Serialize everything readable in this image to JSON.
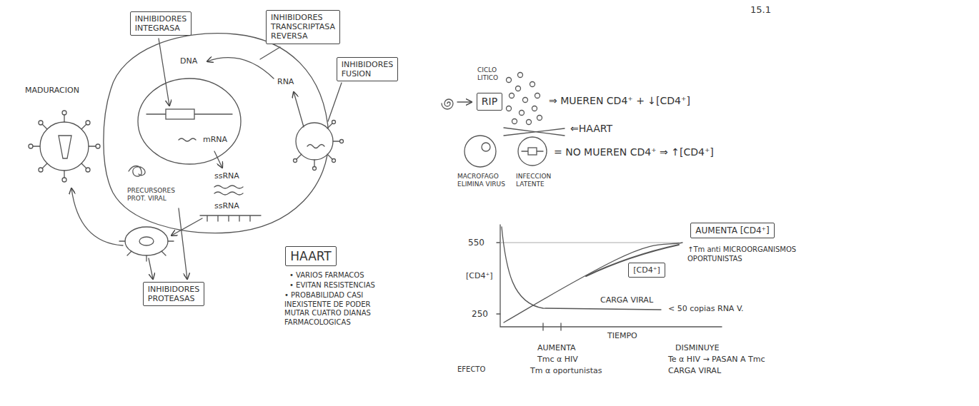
{
  "diagram": {
    "nodes": [
      {
        "text": [
          "INHIBIDORES INTEGRASA"
        ]
      },
      {
        "text": [
          "INHIBIDORES TRANSCRIPTASA REVERSA"
        ]
      },
      {
        "text": [
          "INHIBIDORES FUSION"
        ]
      },
      {
        "text": [
          "INHIBIDORES PROTEASAS"
        ]
      },
      {
        "text": [
          "HAART"
        ]
      },
      {
        "text": [
          "RIP"
        ]
      },
      {
        "text": [
          "AUMENTA [CD4⁺]"
        ]
      },
      {
        "text": [
          "[CD4⁺]"
        ]
      }
    ],
    "labels": [
      "15.1",
      "DNA",
      "RNA",
      "mRNA",
      "MADURACION",
      "ssRNA",
      "PRECURSORES PROT. VIRAL",
      "ssRNA",
      "• VARIOS FARMACOS",
      "• EVITAN RESISTENCIAS",
      "• PROBABILIDAD CASI INEXISTENTE DE PODER MUTAR CUATRO DIANAS FARMACOLOGICAS",
      "CICLO LITICO",
      "⇒ MUEREN CD4⁺ + ↓[CD4⁺]",
      "⇐HAART",
      "MACROFAGO ELIMINA VIRUS",
      "INFECCION LATENTE",
      "= NO MUEREN CD4⁺ ⇒ ↑[CD4⁺]",
      "550",
      "[CD4⁺]",
      "250",
      "↑Tm anti MICROORGANISMOS OPORTUNISTAS",
      "CARGA VIRAL",
      "< 50 copias RNA V.",
      "TIEMPO",
      "EFECTO",
      "AUMENTA",
      "Tmc α HIV",
      "Tm α oportunistas",
      "DISMINUYE",
      "Te α HIV → PASAN A Tmc",
      "CARGA VIRAL"
    ]
  }
}
